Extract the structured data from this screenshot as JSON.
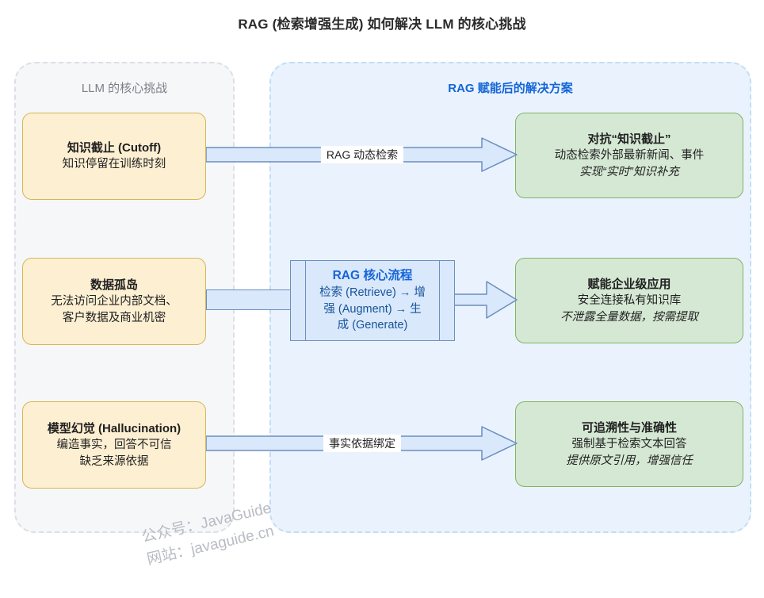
{
  "title": "RAG (检索增强生成) 如何解决 LLM 的核心挑战",
  "panels": {
    "challenges": {
      "title": "LLM 的核心挑战"
    },
    "solutions": {
      "title": "RAG 赋能后的解决方案"
    }
  },
  "colors": {
    "challenge_fill": "#fdefd2",
    "challenge_stroke": "#d6b656",
    "solution_fill": "#d5e8d4",
    "solution_stroke": "#82b366",
    "process_fill": "#dae8fc",
    "process_stroke": "#6c8ebf",
    "accent_blue": "#1565d8",
    "panel_left_bg": "#f6f7f9",
    "panel_right_bg": "#eaf3fd",
    "watermark": "#b9bcc4"
  },
  "challenges": [
    {
      "title": "知识截止 (Cutoff)",
      "line2": "知识停留在训练时刻",
      "line3": ""
    },
    {
      "title": "数据孤岛",
      "line2": "无法访问企业内部文档、",
      "line3": "客户数据及商业机密"
    },
    {
      "title": "模型幻觉 (Hallucination)",
      "line2": "编造事实，回答不可信",
      "line3": "缺乏来源依据"
    }
  ],
  "solutions": [
    {
      "title": "对抗“知识截止”",
      "line2": "动态检索外部最新新闻、事件",
      "line3": "实现“实时”知识补充"
    },
    {
      "title": "赋能企业级应用",
      "line2": "安全连接私有知识库",
      "line3": "不泄露全量数据，按需提取"
    },
    {
      "title": "可追溯性与准确性",
      "line2": "强制基于检索文本回答",
      "line3": "提供原文引用，增强信任"
    }
  ],
  "core_process": {
    "title": "RAG 核心流程",
    "line2": "检索 (Retrieve) → 增",
    "line3": "强 (Augment) → 生",
    "line4": "成 (Generate)"
  },
  "arrows": {
    "cutoff_label": "RAG 动态检索",
    "halluc_label": "事实依据绑定"
  },
  "watermark": {
    "line1": "公众号：JavaGuide",
    "line2": "网站：javaguide.cn"
  }
}
